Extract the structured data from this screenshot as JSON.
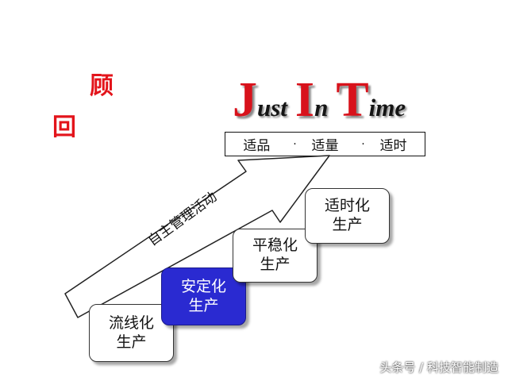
{
  "review": {
    "char_1": "顾",
    "char_2": "回"
  },
  "jit": {
    "j": "J",
    "ust": "ust",
    "i": "I",
    "n": "n",
    "t": "T",
    "ime": "ime"
  },
  "tagline": {
    "item_1": "适品",
    "item_2": "适量",
    "item_3": "适时",
    "separator": "·"
  },
  "arrow_label": "自主管理活动",
  "steps": [
    {
      "line1": "流线化",
      "line2": "生产"
    },
    {
      "line1": "安定化",
      "line2": "生产"
    },
    {
      "line1": "平稳化",
      "line2": "生产"
    },
    {
      "line1": "适时化",
      "line2": "生产"
    }
  ],
  "watermark": "头条号 / 科技智能制造",
  "colors": {
    "title_red": "#d8121b",
    "highlight_blue": "#2a2ad1"
  }
}
